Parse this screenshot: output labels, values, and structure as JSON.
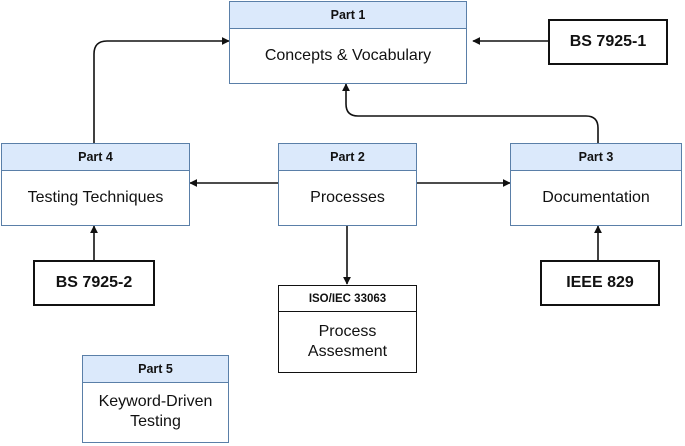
{
  "parts": {
    "p1": {
      "header": "Part 1",
      "body": "Concepts & Vocabulary"
    },
    "p2": {
      "header": "Part 2",
      "body": "Processes"
    },
    "p3": {
      "header": "Part 3",
      "body": "Documentation"
    },
    "p4": {
      "header": "Part 4",
      "body": "Testing Techniques"
    },
    "p5": {
      "header": "Part 5",
      "body_line1": "Keyword-Driven",
      "body_line2": "Testing"
    }
  },
  "standards": {
    "bs79251": "BS 7925-1",
    "bs79252": "BS 7925-2",
    "ieee829": "IEEE 829"
  },
  "iso": {
    "header": "ISO/IEC 33063",
    "body_line1": "Process",
    "body_line2": "Assesment"
  },
  "colors": {
    "header_fill": "#dbe9fb",
    "part_border": "#5a7fa8",
    "standard_border": "#111111",
    "arrow": "#111111"
  }
}
